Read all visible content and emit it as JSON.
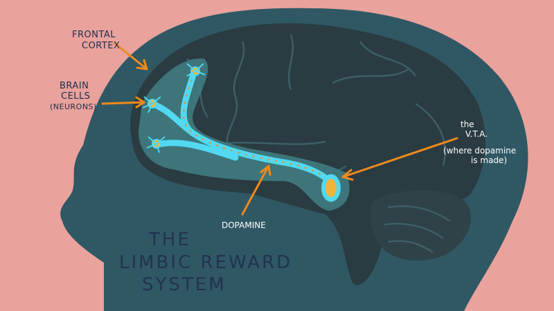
{
  "title": {
    "lines": [
      "THE",
      "LIMBIC REWARD",
      "SYSTEM"
    ]
  },
  "labels": {
    "frontal_cortex": [
      "FRONTAL",
      "CORTEX"
    ],
    "brain_cells": [
      "BRAIN",
      "CELLS",
      "(NEURONS)"
    ],
    "vta": [
      "the",
      "V.T.A.",
      "(where dopamine",
      "is made)"
    ],
    "dopamine": "DOPAMINE"
  },
  "colors": {
    "background": "#e9a29c",
    "head": "#2f5864",
    "brain": "#2a3b41",
    "glow": "#3f7c82",
    "pathway": "#52d9f2",
    "arrows": "#f08a1c",
    "neurons": "#f2b43c"
  }
}
